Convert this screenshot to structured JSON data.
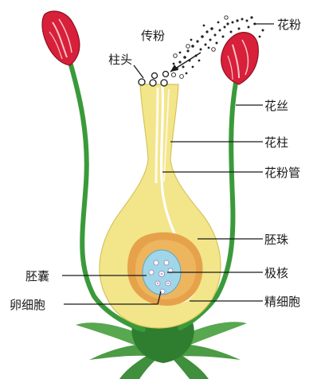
{
  "labels": {
    "pollen": "花粉",
    "pollination": "传粉",
    "stigma": "柱头",
    "filament": "花丝",
    "style": "花柱",
    "pollen_tube": "花粉管",
    "ovule": "胚珠",
    "embryo_sac": "胚囊",
    "polar_nuclei": "极核",
    "egg_cell": "卵细胞",
    "sperm_cell": "精细胞"
  },
  "colors": {
    "petal_red": "#d8203a",
    "filament_green": "#3a9a3a",
    "pistil_yellow": "#f3e58a",
    "ovule_orange": "#e6a24a",
    "embryo_sac_blue": "#9fd6e8",
    "receptacle_green": "#2f7d2f",
    "leaf_green": "#4fa14a"
  }
}
